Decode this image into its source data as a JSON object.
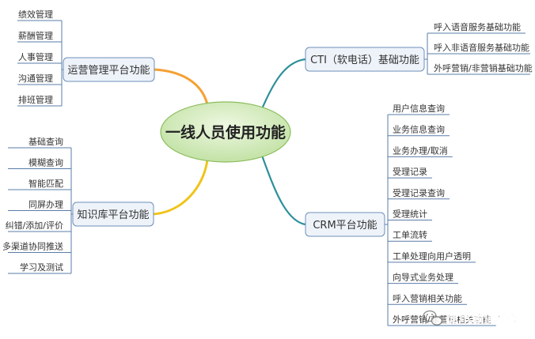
{
  "center": {
    "label": "一线人员使用功能"
  },
  "branches": {
    "ops": {
      "label": "运营管理平台功能",
      "items": [
        "绩效管理",
        "薪酬管理",
        "人事管理",
        "沟通管理",
        "排班管理"
      ]
    },
    "kb": {
      "label": "知识库平台功能",
      "items": [
        "基础查询",
        "模糊查询",
        "智能匹配",
        "同屏办理",
        "纠错/添加/评价",
        "多渠道协同推送",
        "学习及测试"
      ]
    },
    "cti": {
      "label": "CTI（软电话）基础功能",
      "items": [
        "呼入语音服务基础功能",
        "呼入非语音服务基础功能",
        "外呼营销/非营销基础功能"
      ]
    },
    "crm": {
      "label": "CRM平台功能",
      "items": [
        "用户信息查询",
        "业务信息查询",
        "业务办理/取消",
        "受理记录",
        "受理记录查询",
        "受理统计",
        "工单流转",
        "工单处理向用户透明",
        "向导式业务处理",
        "呼入营销相关功能",
        "外呼营销/非营销相关功能"
      ]
    }
  },
  "colors": {
    "ops": "#f5a033",
    "kb": "#f0c419",
    "cti": "#2c8f9a",
    "crm": "#2c8f9a",
    "center_fill": "#cde8b5",
    "center_stroke": "#8bbd5c",
    "box_fill": "#eef3fa",
    "box_stroke": "#6d8fb8",
    "leaf_line": "#5a7ca8"
  },
  "watermark": {
    "text": "捷讯通信科技"
  }
}
